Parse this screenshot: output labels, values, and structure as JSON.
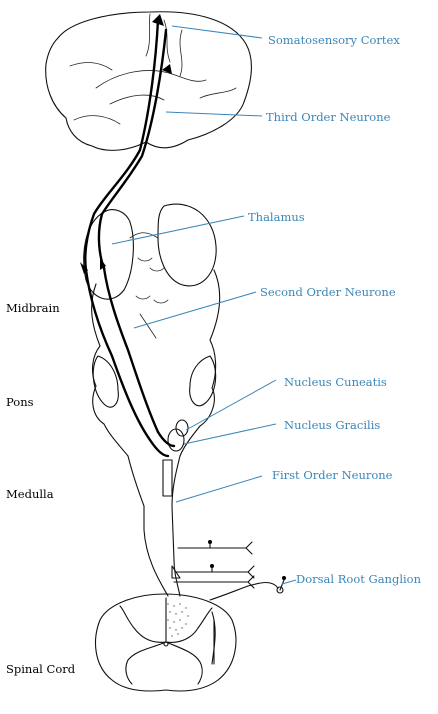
{
  "callouts": {
    "somatosensory_cortex": "Somatosensory Cortex",
    "third_order_neurone": "Third Order Neurone",
    "thalamus": "Thalamus",
    "second_order_neurone": "Second Order Neurone",
    "nucleus_cuneatis": "Nucleus Cuneatis",
    "nucleus_gracilis": "Nucleus Gracilis",
    "first_order_neurone": "First Order Neurone",
    "dorsal_root_ganglion": "Dorsal Root Ganglion"
  },
  "regions": {
    "midbrain": "Midbrain",
    "pons": "Pons",
    "medulla": "Medulla",
    "spinal_cord": "Spinal Cord"
  },
  "colors": {
    "label_blue": "#3a86b8",
    "ink": "#111111"
  }
}
